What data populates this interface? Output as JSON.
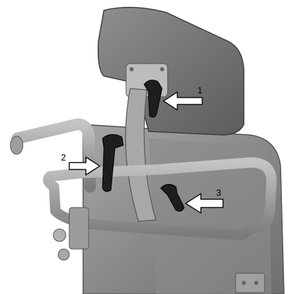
{
  "callouts": [
    {
      "label": "1"
    },
    {
      "label": "2"
    },
    {
      "label": "3"
    }
  ],
  "colors": {
    "background": "#ffffff",
    "seat_back": "#8c8c8c",
    "headrest": "#7a7a7a",
    "frame_tube": "#9a9a9a",
    "lever": "#1e1e1e",
    "arrow_fill": "#ffffff",
    "arrow_stroke": "#111111"
  }
}
